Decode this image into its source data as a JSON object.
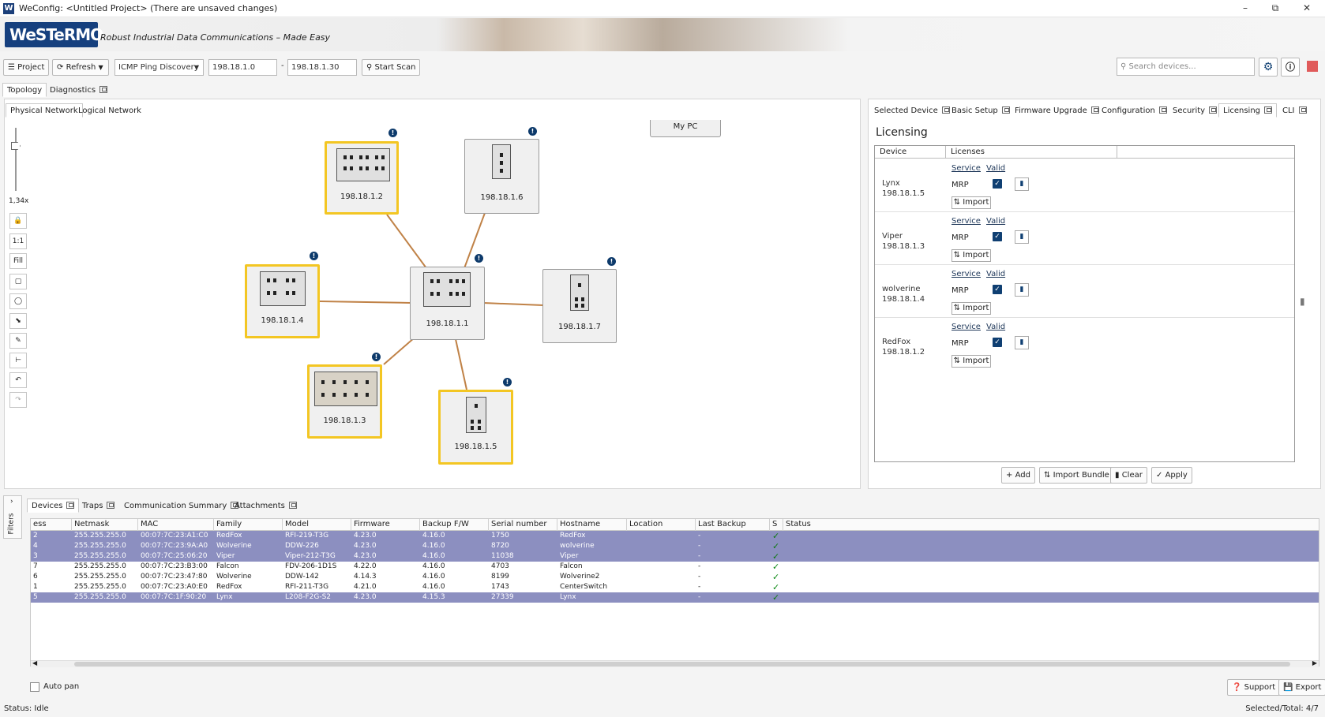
{
  "window": {
    "title": "WeConfig: <Untitled Project> (There are unsaved changes)",
    "app_initial": "W"
  },
  "banner": {
    "logo": "WeSTeRMO",
    "tagline": "Robust Industrial Data Communications – Made Easy"
  },
  "toolbar": {
    "project_label": "Project",
    "refresh_label": "Refresh",
    "discovery_method": "ICMP Ping Discovery",
    "ip_from": "198.18.1.0",
    "ip_separator": "-",
    "ip_to": "198.18.1.30",
    "start_scan_label": "Start Scan",
    "search_placeholder": "Search devices..."
  },
  "main_tabs": {
    "topology": "Topology",
    "diagnostics": "Diagnostics"
  },
  "network_tabs": {
    "physical": "Physical Network",
    "logical": "Logical Network"
  },
  "network_tools": {
    "zoom": "1,34x",
    "one_to_one": "1:1",
    "fill": "Fill"
  },
  "network": {
    "mypc_label": "My PC",
    "devices": {
      "d2": {
        "ip": "198.18.1.2"
      },
      "d6": {
        "ip": "198.18.1.6"
      },
      "d4": {
        "ip": "198.18.1.4"
      },
      "d1": {
        "ip": "198.18.1.1"
      },
      "d7": {
        "ip": "198.18.1.7"
      },
      "d3": {
        "ip": "198.18.1.3"
      },
      "d5": {
        "ip": "198.18.1.5"
      }
    },
    "badge": "!"
  },
  "right_tabs": {
    "selected_device": "Selected Device",
    "basic_setup": "Basic Setup",
    "firmware_upgrade": "Firmware Upgrade",
    "configuration": "Configuration",
    "security": "Security",
    "licensing": "Licensing",
    "cli": "CLI"
  },
  "licensing": {
    "title": "Licensing",
    "col_device": "Device",
    "col_licenses": "Licenses",
    "service_header": "Service",
    "valid_header": "Valid",
    "import_label": "Import",
    "rows": [
      {
        "name": "Lynx",
        "ip": "198.18.1.5",
        "service": "MRP"
      },
      {
        "name": "Viper",
        "ip": "198.18.1.3",
        "service": "MRP"
      },
      {
        "name": "wolverine",
        "ip": "198.18.1.4",
        "service": "MRP"
      },
      {
        "name": "RedFox",
        "ip": "198.18.1.2",
        "service": "MRP"
      }
    ],
    "add_label": "Add",
    "import_bundle_label": "Import Bundle",
    "clear_label": "Clear",
    "apply_label": "Apply"
  },
  "bottom_tabs": {
    "devices": "Devices",
    "traps": "Traps",
    "communication_summary": "Communication Summary",
    "attachments": "Attachments",
    "filters": "Filters"
  },
  "devices_table": {
    "headers": [
      "ess",
      "Netmask",
      "MAC",
      "Family",
      "Model",
      "Firmware",
      "Backup F/W",
      "Serial number",
      "Hostname",
      "Location",
      "Last Backup",
      "S",
      "Status"
    ],
    "rows": [
      {
        "highlight": true,
        "cells": [
          "2",
          "255.255.255.0",
          "00:07:7C:23:A1:C0",
          "RedFox",
          "RFI-219-T3G",
          "4.23.0",
          "4.16.0",
          "1750",
          "RedFox",
          "",
          "-",
          "✓",
          ""
        ]
      },
      {
        "highlight": true,
        "cells": [
          "4",
          "255.255.255.0",
          "00:07:7C:23:9A:A0",
          "Wolverine",
          "DDW-226",
          "4.23.0",
          "4.16.0",
          "8720",
          "wolverine",
          "",
          "-",
          "✓",
          ""
        ]
      },
      {
        "highlight": true,
        "cells": [
          "3",
          "255.255.255.0",
          "00:07:7C:25:06:20",
          "Viper",
          "Viper-212-T3G",
          "4.23.0",
          "4.16.0",
          "11038",
          "Viper",
          "",
          "-",
          "✓",
          ""
        ]
      },
      {
        "highlight": false,
        "cells": [
          "7",
          "255.255.255.0",
          "00:07:7C:23:B3:00",
          "Falcon",
          "FDV-206-1D1S",
          "4.22.0",
          "4.16.0",
          "4703",
          "Falcon",
          "",
          "-",
          "✓",
          ""
        ]
      },
      {
        "highlight": false,
        "cells": [
          "6",
          "255.255.255.0",
          "00:07:7C:23:47:80",
          "Wolverine",
          "DDW-142",
          "4.14.3",
          "4.16.0",
          "8199",
          "Wolverine2",
          "",
          "-",
          "✓",
          ""
        ]
      },
      {
        "highlight": false,
        "cells": [
          "1",
          "255.255.255.0",
          "00:07:7C:23:A0:E0",
          "RedFox",
          "RFI-211-T3G",
          "4.21.0",
          "4.16.0",
          "1743",
          "CenterSwitch",
          "",
          "-",
          "✓",
          ""
        ]
      },
      {
        "highlight": true,
        "cells": [
          "5",
          "255.255.255.0",
          "00:07:7C:1F:90:20",
          "Lynx",
          "L208-F2G-S2",
          "4.23.0",
          "4.15.3",
          "27339",
          "Lynx",
          "",
          "-",
          "✓",
          ""
        ]
      }
    ]
  },
  "bottom_bar": {
    "auto_pan": "Auto pan",
    "support": "Support",
    "export": "Export"
  },
  "status": {
    "text": "Status: Idle",
    "selected_total": "Selected/Total: 4/7"
  },
  "colors": {
    "brand": "#16407e",
    "selection": "#f3c623",
    "link": "#c08247",
    "row_highlight": "#8c8fc0"
  }
}
